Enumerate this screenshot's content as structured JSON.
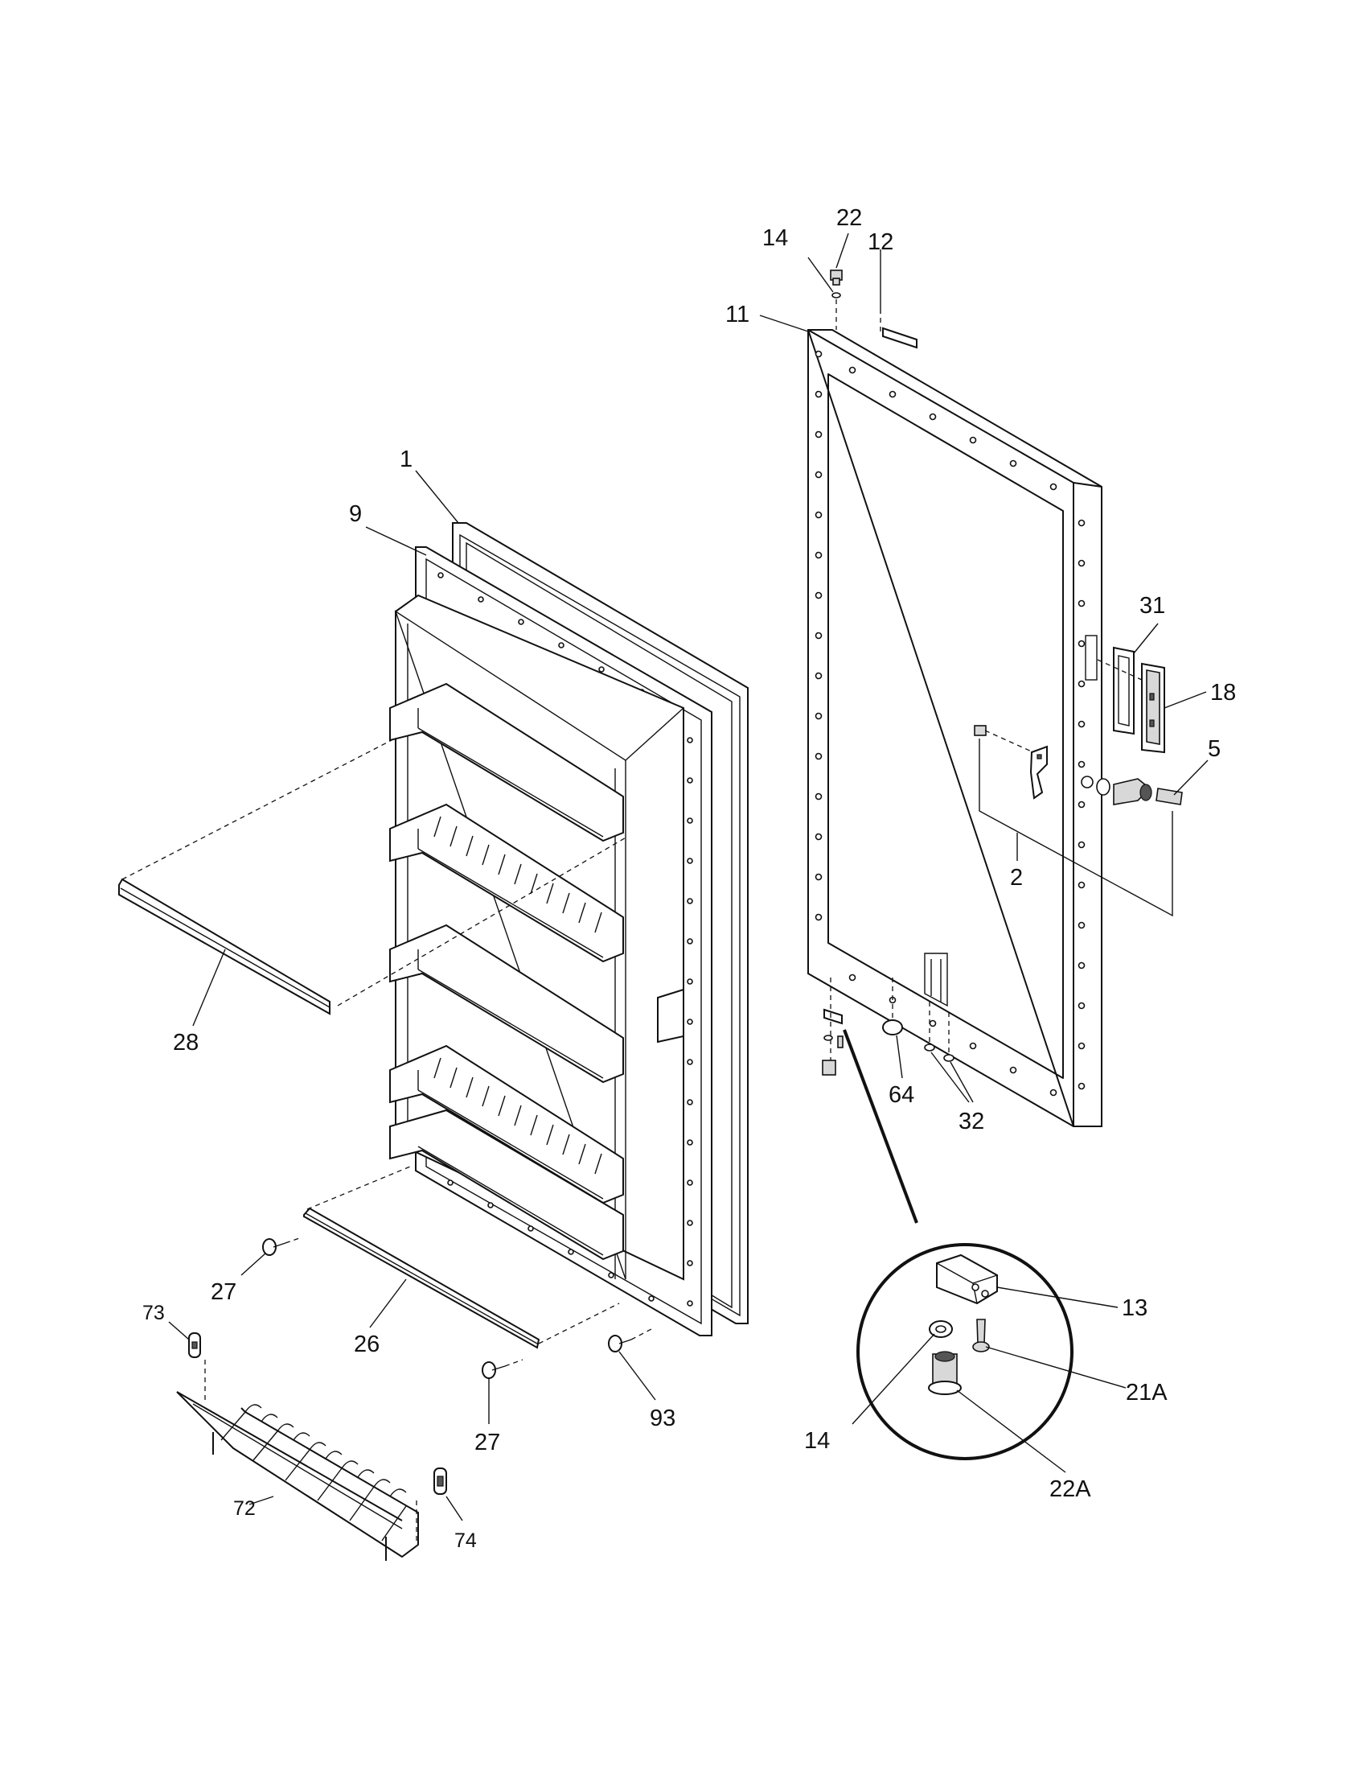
{
  "callouts": {
    "c1": "1",
    "c9": "9",
    "c11": "11",
    "c12": "12",
    "c14_top": "14",
    "c22": "22",
    "c31": "31",
    "c18": "18",
    "c5": "5",
    "c2": "2",
    "c28": "28",
    "c64": "64",
    "c32": "32",
    "c27_left": "27",
    "c26": "26",
    "c27_bottom": "27",
    "c93": "93",
    "c73": "73",
    "c72": "72",
    "c74": "74",
    "c13": "13",
    "c14_detail": "14",
    "c21A": "21A",
    "c22A": "22A"
  }
}
